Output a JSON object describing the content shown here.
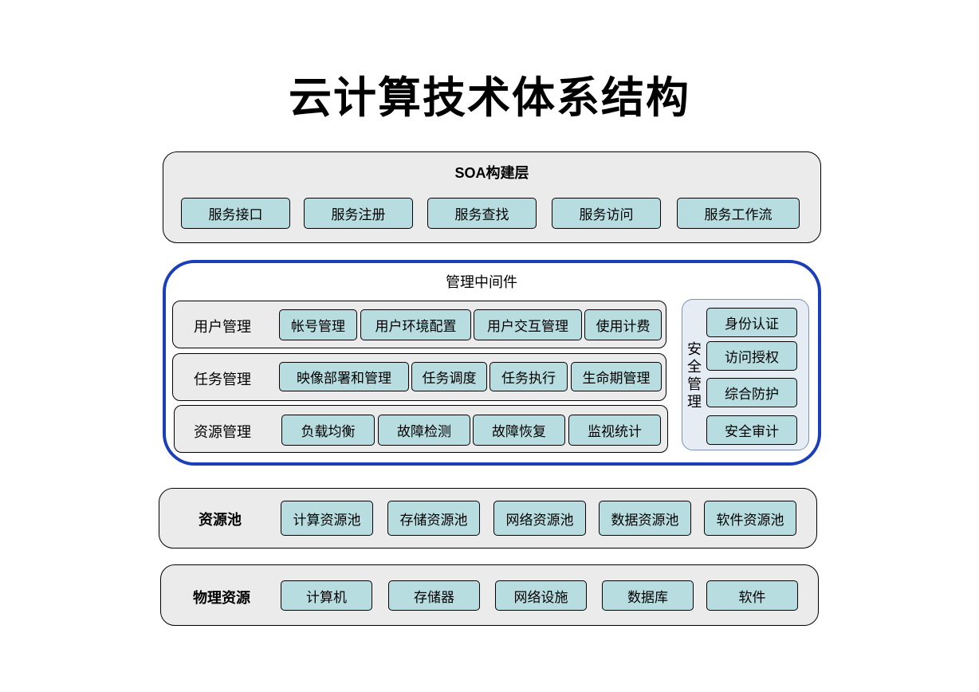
{
  "title": "云计算技术体系结构",
  "soa": {
    "label": "SOA构建层",
    "items": [
      "服务接口",
      "服务注册",
      "服务查找",
      "服务访问",
      "服务工作流"
    ]
  },
  "middleware": {
    "label": "管理中间件",
    "user": {
      "label": "用户管理",
      "items": [
        "帐号管理",
        "用户环境配置",
        "用户交互管理",
        "使用计费"
      ]
    },
    "task": {
      "label": "任务管理",
      "items": [
        "映像部署和管理",
        "任务调度",
        "任务执行",
        "生命期管理"
      ]
    },
    "resource": {
      "label": "资源管理",
      "items": [
        "负载均衡",
        "故障检测",
        "故障恢复",
        "监视统计"
      ]
    },
    "security": {
      "label": [
        "安",
        "全",
        "管",
        "理"
      ],
      "items": [
        "身份认证",
        "访问授权",
        "综合防护",
        "安全审计"
      ]
    }
  },
  "pool": {
    "label": "资源池",
    "items": [
      "计算资源池",
      "存储资源池",
      "网络资源池",
      "数据资源池",
      "软件资源池"
    ]
  },
  "physical": {
    "label": "物理资源",
    "items": [
      "计算机",
      "存储器",
      "网络设施",
      "数据库",
      "软件"
    ]
  }
}
